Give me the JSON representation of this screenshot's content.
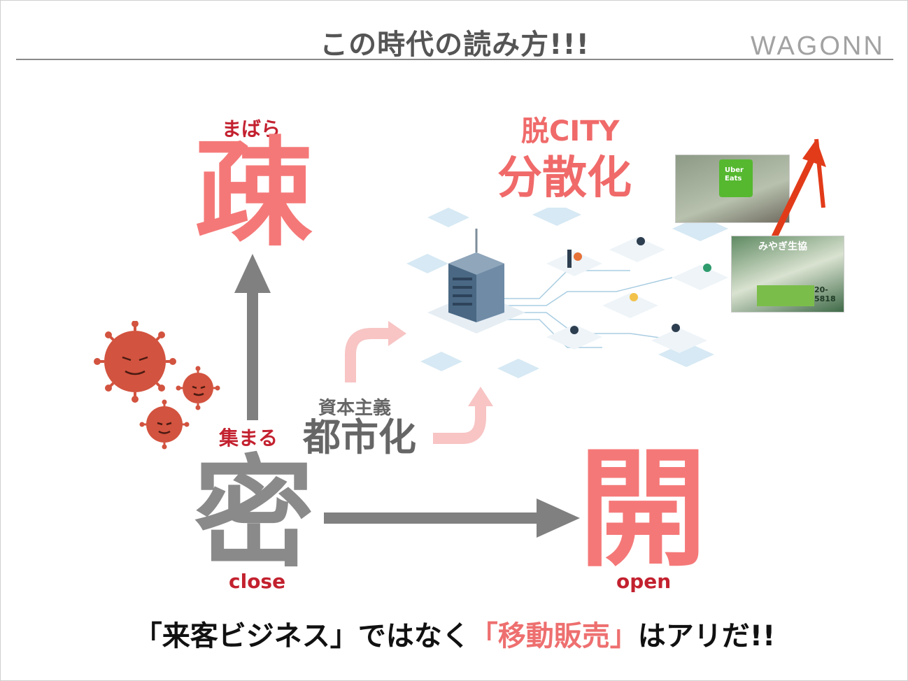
{
  "title": "この時代の読み方!!!",
  "logo": "WAGONN",
  "top_node": {
    "ruby": "まばら",
    "kanji": "疎"
  },
  "bottom_left_node": {
    "ruby": "集まる",
    "kanji": "密",
    "sub": "close"
  },
  "bottom_right_node": {
    "kanji": "開",
    "sub": "open"
  },
  "middle": {
    "small": "資本主義",
    "large": "都市化"
  },
  "city": {
    "line1": "脱CITY",
    "line2": "分散化"
  },
  "photos": {
    "delivery_label_1": "Uber",
    "delivery_label_2": "Eats",
    "coop_label": "みやぎ生協",
    "coop_phone": "20-5818"
  },
  "bottom_line": {
    "part1": "「来客ビジネス」ではなく",
    "part2": "「移動販売」",
    "part3": "はアリだ!!"
  },
  "colors": {
    "pink": "#f57878",
    "gray": "#8a8a8a",
    "red_text": "#c3212f",
    "virus": "#d2533f",
    "arrow_red": "#e23b1a"
  }
}
